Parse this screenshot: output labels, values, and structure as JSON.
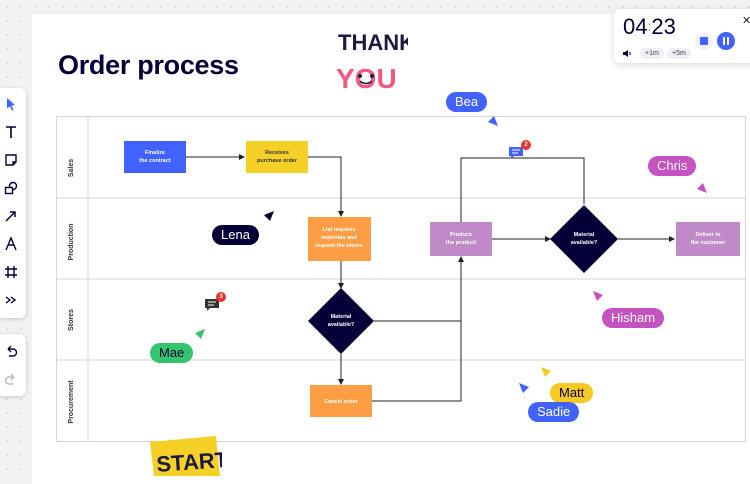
{
  "page": {
    "title": "Order process"
  },
  "lanes": [
    "Sales",
    "Production",
    "Stores",
    "Procurement"
  ],
  "nodes": {
    "finalize": "Finalize\nthe contract",
    "receives": "Receives\npurchase order",
    "list": "List requires\nmaterials and\nrequest the stores",
    "material1": "Material\navailable?",
    "cancel": "Cancel order",
    "produce": "Produce\nthe product",
    "material2": "Material\navailable?",
    "deliver": "Deliver to\nthe customer"
  },
  "timer": {
    "minutes": "04",
    "seconds": "23",
    "add1": "+1m",
    "add5": "+5m"
  },
  "collaborators": [
    {
      "name": "Bea",
      "color": "#4262ff"
    },
    {
      "name": "Chris",
      "color": "#c452c0"
    },
    {
      "name": "Lena",
      "color": "#050038"
    },
    {
      "name": "Hisham",
      "color": "#c452c0"
    },
    {
      "name": "Mae",
      "color": "#35c46e"
    },
    {
      "name": "Matt",
      "color": "#f7c923"
    },
    {
      "name": "Sadie",
      "color": "#4262ff"
    }
  ],
  "comments": {
    "sales_count": "2",
    "stores_count": "3"
  },
  "stickers": {
    "thank": "THANK",
    "you": "YOU",
    "start": "START"
  },
  "colors": {
    "blue": "#4262ff",
    "yellow": "#f5d128",
    "orange": "#fd9e44",
    "purple": "#c08ac9",
    "navy": "#050038"
  },
  "icons": [
    "select-icon",
    "text-icon",
    "sticky-note-icon",
    "shapes-icon",
    "arrow-icon",
    "pen-icon",
    "frame-icon",
    "more-icon",
    "undo-icon",
    "redo-icon"
  ]
}
